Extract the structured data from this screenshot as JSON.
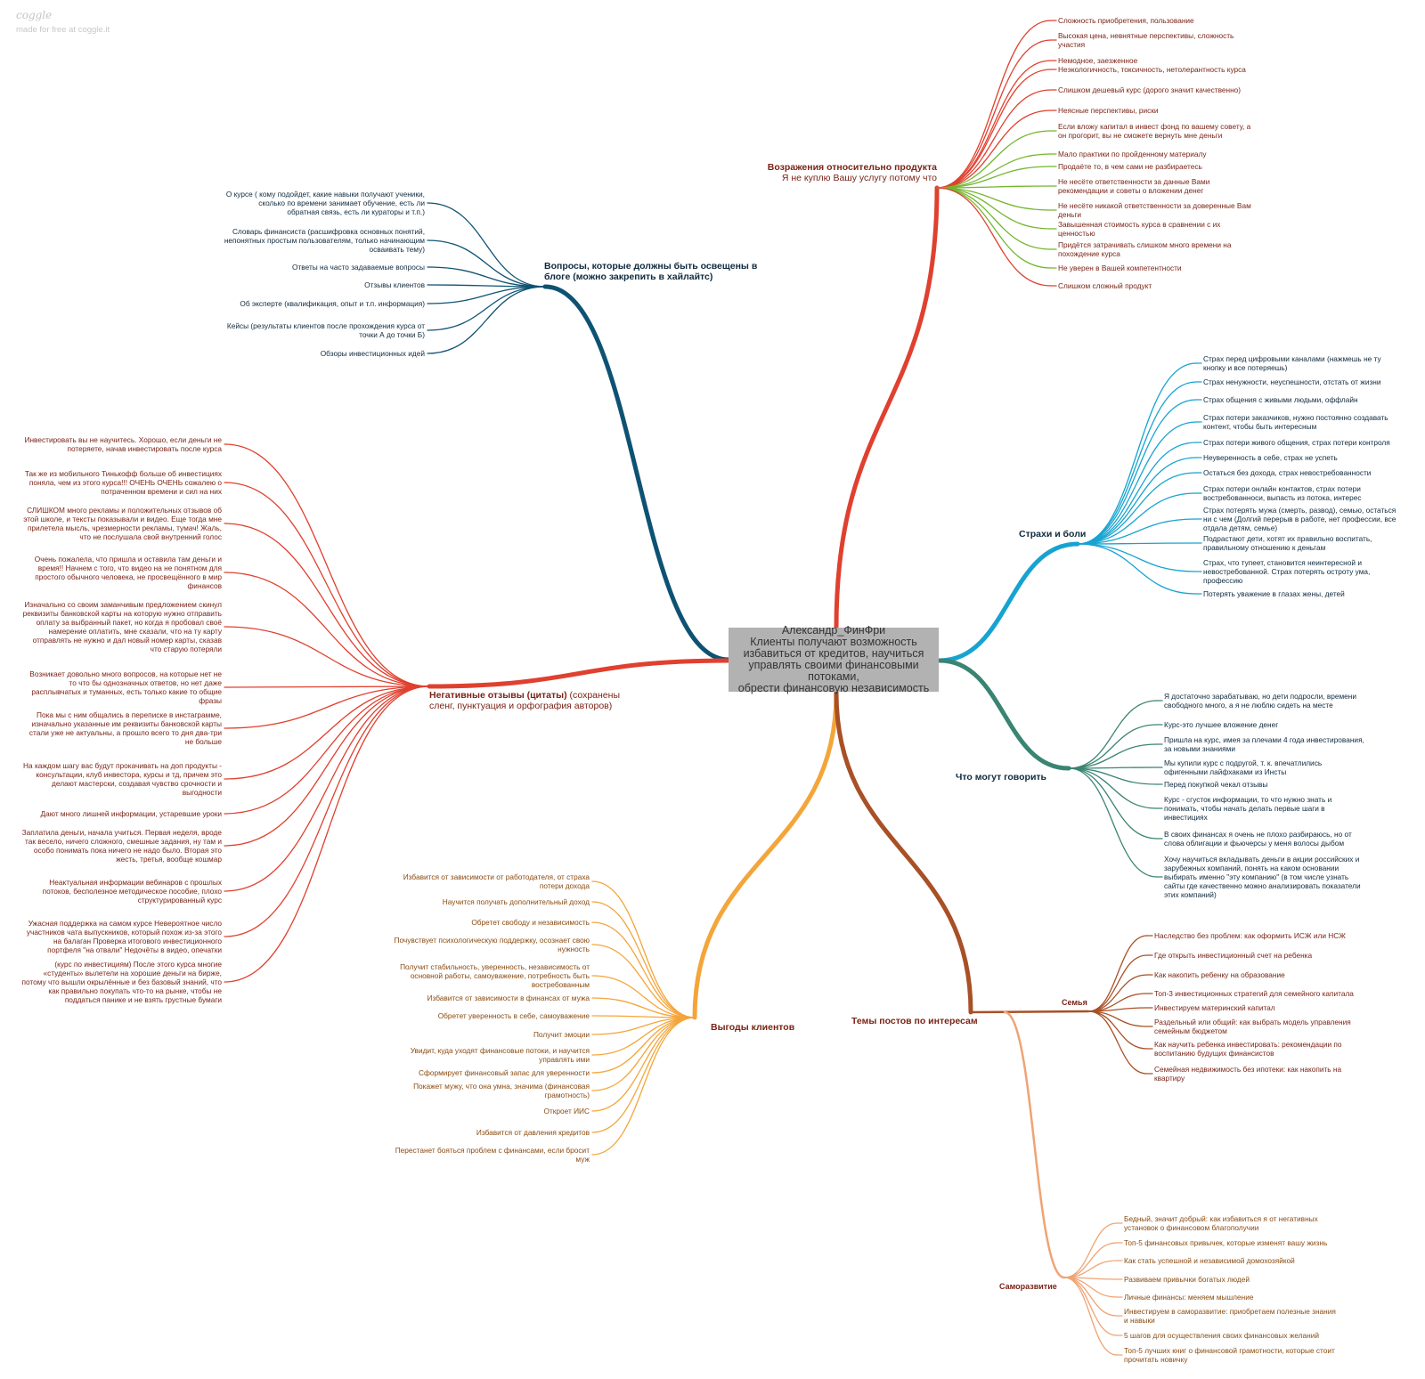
{
  "brand": {
    "logo": "coggle",
    "tagline": "made for free at coggle.it"
  },
  "center": {
    "lines": [
      "Александр_ФинФри",
      "Клиенты получают возможность",
      "избавиться от кредитов, научиться",
      "управлять своими финансовыми потоками,",
      "обрести финансовую независимость"
    ]
  },
  "colors": {
    "red": "#e0402f",
    "blue": "#0e5273",
    "cyan": "#17a3d1",
    "teal": "#3a8472",
    "brown": "#a85026",
    "orange": "#f4a53a",
    "peach": "#f0a374",
    "green": "#72b62e",
    "text_dark": "#7a2316"
  },
  "branches": {
    "objections": {
      "title": "Возражения относительно продукта",
      "subtitle": "Я не куплю Вашу услугу потому что",
      "items": [
        [
          "Сложность приобретения, пользование"
        ],
        [
          "Высокая цена, невнятные перспективы, сложность",
          "участия"
        ],
        [
          "Немодное, заезженное"
        ],
        [
          "Неэкологичность, токсичность, нетолерантность курса"
        ],
        [
          "Слишком дешевый курс (дорого значит качественно)"
        ],
        [
          "Неясные перспективы, риски"
        ],
        [
          "Если вложу капитал в инвест фонд по вашему совету, а",
          "он прогорит, вы не сможете вернуть мне деньги"
        ],
        [
          "Мало практики по пройденному материалу"
        ],
        [
          "Продаёте то, в чем сами не разбираетесь"
        ],
        [
          "Не несёте ответственности за данные Вами",
          "рекомендации и советы о вложении денег"
        ],
        [
          "Не несёте никакой ответственности за доверенные Вам",
          "деньги"
        ],
        [
          "Завышенная стоимость курса в сравнении с их",
          "ценностью"
        ],
        [
          "Придётся затрачивать слишком много времени на",
          "похождение курса"
        ],
        [
          "Не уверен в Вашей компетентности"
        ],
        [
          "Слишком сложный продукт"
        ]
      ]
    },
    "questions": {
      "title": [
        "Вопросы, которые должны быть освещены в",
        "блоге (можно закрепить в хайлайтс)"
      ],
      "items": [
        [
          "О курсе ( кому подойдет, какие навыки получают ученики,",
          "сколько по времени занимает обучение, есть ли",
          "обратная связь, есть ли кураторы и т.п.)"
        ],
        [
          "Словарь финансиста (расшифровка основных понятий,",
          "непонятных простым пользователям, только начинающим",
          "осваивать тему)"
        ],
        [
          "Ответы на часто задаваемые вопросы"
        ],
        [
          "Отзывы клиентов"
        ],
        [
          "Об эксперте (квалификация, опыт и т.п. информация)"
        ],
        [
          "Кейсы (результаты клиентов после прохождения курса от",
          "точки А до точки Б)"
        ],
        [
          "Обзоры инвестиционных идей"
        ]
      ]
    },
    "fears": {
      "title": "Страхи и боли",
      "items": [
        [
          "Страх перед цифровыми каналами (нажмешь не ту",
          "кнопку и все потеряешь)"
        ],
        [
          "Страх ненужности, неуспешности, отстать от жизни"
        ],
        [
          "Страх общения с живыми людьми, оффлайн"
        ],
        [
          "Страх потери заказчиков, нужно постоянно создавать",
          "контент, чтобы быть интересным"
        ],
        [
          "Страх потери живого общения, страх потери контроля"
        ],
        [
          "Неуверенность в себе, страх не успеть"
        ],
        [
          "Остаться без дохода, страх невостребованности"
        ],
        [
          "Страх потери онлайн контактов, страх потери",
          "востребованноси, выпасть из потока, интерес"
        ],
        [
          "Страх потерять мужа (смерть, развод), семью, остаться",
          "ни с чем (Долгий перерыв в работе, нет профессии, все",
          "отдала детям, семье)"
        ],
        [
          "Подрастают дети, хотят их правильно воспитать,",
          "правильному отношению к деньгам"
        ],
        [
          "Страх, что тупеет, становится неинтересной и",
          "невостребованной. Страх потерять остроту ума,",
          "профессию"
        ],
        [
          "Потерять уважение в глазах жены, детей"
        ]
      ]
    },
    "say": {
      "title": "Что могут говорить",
      "items": [
        [
          "Я достаточно зарабатываю, но дети подросли, времени",
          "свободного много, а я не люблю сидеть на месте"
        ],
        [
          "Курс-это лучшее вложение денег"
        ],
        [
          "Пришла на курс, имея за плечами 4 года инвестирования,",
          "за новыми знаниями"
        ],
        [
          "Мы купили курс с подругой, т. к. впечатлились",
          "офигенными лайфхаками из Инсты"
        ],
        [
          "Перед покупкой чекал отзывы"
        ],
        [
          "Курс - сгусток информации, то что нужно знать и",
          "понимать, чтобы начать делать первые шаги в",
          "инвестициях"
        ],
        [
          "В своих финансах я очень не плохо разбираюсь, но от",
          "слова облигации и фьючерсы у меня волосы дыбом"
        ],
        [
          "Хочу научиться вкладывать деньги в акции российских и",
          "зарубежных компаний, понять на каком основании",
          "выбирать именно \"эту компанию\" (в том числе узнать",
          "сайты где качественно можно анализировать показатели",
          "этих компаний)"
        ]
      ]
    },
    "negative": {
      "title": "Негативные отзывы (цитаты)",
      "title_rest": " (сохранены",
      "title_line2": "сленг, пунктуация и орфография авторов)",
      "items": [
        [
          "Инвестировать вы не научитесь. Хорошо, если деньги не",
          "потеряете, начав инвестировать после курса"
        ],
        [
          "Так же из мобильного Тинькофф больше об инвестициях",
          "поняла, чем из этого курса!!! ОЧЕНЬ ОЧЕНЬ сожалею о",
          "потраченном времени и сил на них"
        ],
        [
          "СЛИШКОМ много рекламы и положительных отзывов об",
          "этой школе, и тексты показывали и видео. Еще тогда мне",
          "прилетела мысль, чрезмерности рекламы, тумач! Жаль,",
          "что не послушала свой внутренний голос"
        ],
        [
          "Очень пожалела, что пришла и оставила там деньги и",
          "время!! Начнем с того, что видео на не понятном для",
          "простого обычного человека, не просвещённого в мир",
          "финансов"
        ],
        [
          "Изначально со своим заманчивым предложением скинул",
          "реквизиты банковской карты на которую нужно отправить",
          "оплату за выбранный пакет, но когда я пробовал своё",
          "намерение оплатить, мне сказали, что на ту карту",
          "отправлять не нужно и дал новый номер карты, сказав",
          "что старую потеряли"
        ],
        [
          "Возникает довольно много вопросов, на которые нет не",
          "то что бы однозначных ответов, но нет даже",
          "расплывчатых и туманных, есть только какие то общие",
          "фразы"
        ],
        [
          "Пока мы с ним общались в переписке в инстаграмме,",
          "изначально указанные им реквизиты банковской карты",
          "стали уже не актуальны, а прошло всего то дня два-три",
          "не больше"
        ],
        [
          "На каждом шагу вас будут прокачивать на доп продукты -",
          "консультации, клуб инвестора, курсы и тд, причем это",
          "делают мастерски, создавая чувство срочности и",
          "выгодности"
        ],
        [
          "Дают много лишней информации, устаревшие уроки"
        ],
        [
          "Заплатила деньги, начала учиться. Первая неделя, вроде",
          "так весело, ничего сложного, смешные задания, ну там и",
          "особо понимать пока ничего не надо было. Вторая это",
          "жесть, третья, вообще кошмар"
        ],
        [
          "Неактуальная информации вебинаров с прошлых",
          "потоков, бесполезное методическое пособие, плохо",
          "структурированный курс"
        ],
        [
          "Ужасная поддержка на самом курсе Невероятное число",
          "участников чата выпускников, который похож из-за этого",
          "на балаган Проверка итогового инвестиционного",
          "портфеля \"на отвали\" Недочёты в видео, опечатки"
        ],
        [
          "(курс по инвестициям) После этого курса многие",
          "«студенты» вылетели на хорошие деньги на бирже,",
          "потому что вышли окрылённые и без базовый знаний, что",
          "как правильно покупать что-то на рынке, чтобы не",
          "поддаться панике и не взять грустные бумаги"
        ]
      ]
    },
    "benefits": {
      "title": "Выгоды клиентов",
      "items": [
        [
          "Избавится от зависимости от работодателя, от страха",
          "потери дохода"
        ],
        [
          "Научится получать дополнительный доход"
        ],
        [
          "Обретет свободу и независимость"
        ],
        [
          "Почувствует психологическую поддержку, осознает свою",
          "нужность"
        ],
        [
          "Получит стабильность, уверенность, независимость от",
          "основной работы, самоуважение, потребность быть",
          "востребованным"
        ],
        [
          "Избавится от зависимости в финансах от мужа"
        ],
        [
          "Обретет уверенность в себе, самоуважение"
        ],
        [
          "Получит эмоции"
        ],
        [
          "Увидит, куда уходят финансовые потоки, и научится",
          "управлять ими"
        ],
        [
          "Сформирует финансовый запас для уверенности"
        ],
        [
          "Покажет мужу, что она умна, значима (финансовая",
          "грамотность)"
        ],
        [
          "Откроет ИИС"
        ],
        [
          "Избавится от давления кредитов"
        ],
        [
          "Перестанет бояться проблем с финансами, если бросит",
          "муж"
        ]
      ]
    },
    "topics": {
      "title": "Темы постов по интересам"
    },
    "family": {
      "title": "Семья",
      "items": [
        [
          "Наследство без проблем: как оформить ИСЖ или НСЖ"
        ],
        [
          "Где открыть инвестиционный счет на ребенка"
        ],
        [
          "Как накопить ребенку на образование"
        ],
        [
          "Топ-3 инвестиционных стратегий для семейного капитала"
        ],
        [
          "Инвестируем материнский капитал"
        ],
        [
          "Раздельный или общий: как выбрать модель управления",
          "семейным бюджетом"
        ],
        [
          "Как научить ребенка инвестировать: рекомендации по",
          "воспитанию будущих финансистов"
        ],
        [
          "Семейная недвижимость без ипотеки: как накопить на",
          "квартиру"
        ]
      ]
    },
    "self": {
      "title": "Саморазвитие",
      "items": [
        [
          "Бедный, значит добрый: как избавиться я от негативных",
          "установок о финансовом благополучии"
        ],
        [
          "Топ-5 финансовых привычек, которые изменят вашу жизнь"
        ],
        [
          "Как стать успешной и независимой домохозяйкой"
        ],
        [
          "Развиваем привычки богатых людей"
        ],
        [
          "Личные финансы: меняем мышление"
        ],
        [
          "Инвестируем в саморазвитие: приобретаем полезные знания",
          "и навыки"
        ],
        [
          "5 шагов для осуществления своих финансовых желаний"
        ],
        [
          "Топ-5 лучших книг о финансовой грамотности, которые стоит",
          "прочитать новичку"
        ]
      ]
    }
  }
}
